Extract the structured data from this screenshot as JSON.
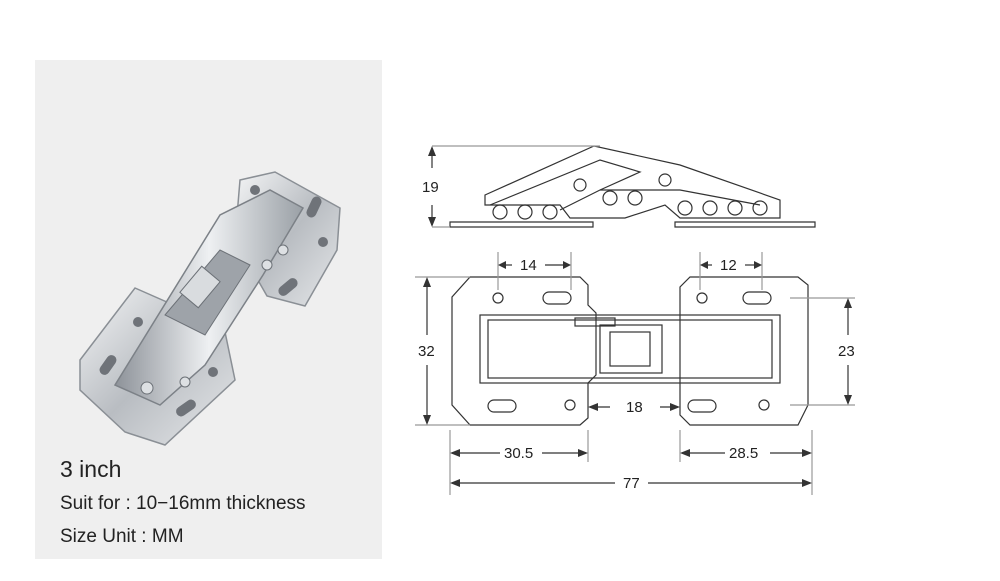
{
  "caption": {
    "title": "3 inch",
    "suit_for": "Suit for : 10−16mm thickness",
    "size_unit": "Size Unit : MM"
  },
  "dimensions": {
    "height_side": "19",
    "hole_spacing_left": "14",
    "hole_spacing_right": "12",
    "plate_height_left": "32",
    "plate_height_right": "23",
    "gap": "18",
    "left_plate_width": "30.5",
    "right_plate_width": "28.5",
    "overall_length": "77"
  },
  "colors": {
    "panel_bg": "#efefef",
    "line": "#333333",
    "metal": "#c9ccd0"
  }
}
